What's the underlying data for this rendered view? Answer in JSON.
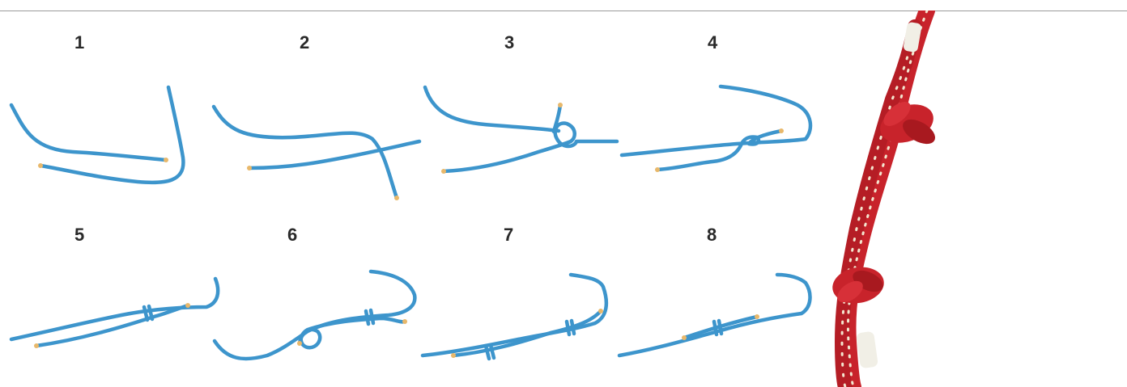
{
  "steps": [
    {
      "number": "1"
    },
    {
      "number": "2"
    },
    {
      "number": "3"
    },
    {
      "number": "4"
    },
    {
      "number": "5"
    },
    {
      "number": "6"
    },
    {
      "number": "7"
    },
    {
      "number": "8"
    }
  ],
  "colors": {
    "rope": "#3d95cc",
    "rope_highlight": "#7cc3ec",
    "rope_end": "#e8b86b",
    "photo_rope": "#c8232b",
    "photo_fleck": "#f3e6cf",
    "photo_tape": "#f1efe6",
    "background": "#ffffff"
  },
  "icons": [
    "rope-diagram-icon",
    "climbing-rope-photo-icon"
  ]
}
